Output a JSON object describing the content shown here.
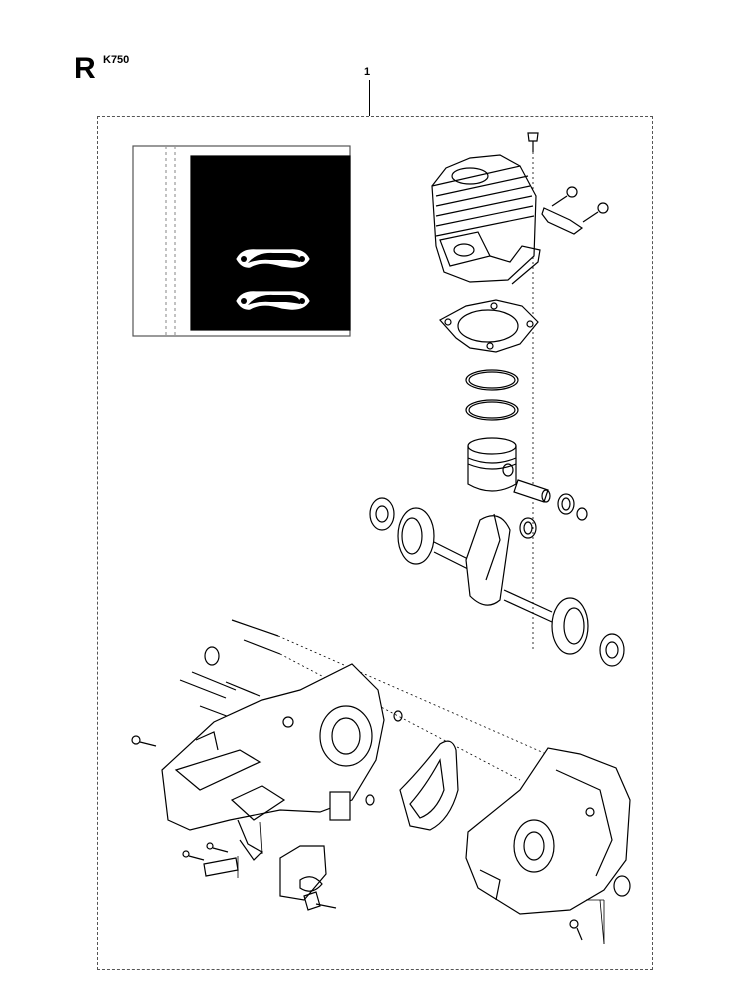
{
  "header": {
    "section_letter": "R",
    "model": "K750"
  },
  "diagram": {
    "assembly_callout": "1",
    "parts": [
      "cylinder",
      "spark-plug",
      "cylinder-bolts",
      "bracket",
      "base-gasket",
      "piston-ring-upper",
      "piston-ring-lower",
      "piston",
      "piston-pin",
      "needle-bearing",
      "circlip",
      "crankshaft",
      "main-bearing",
      "crankcase-left",
      "crankcase-right",
      "crankcase-gasket",
      "crankcase-screws",
      "gasket-inset"
    ]
  }
}
